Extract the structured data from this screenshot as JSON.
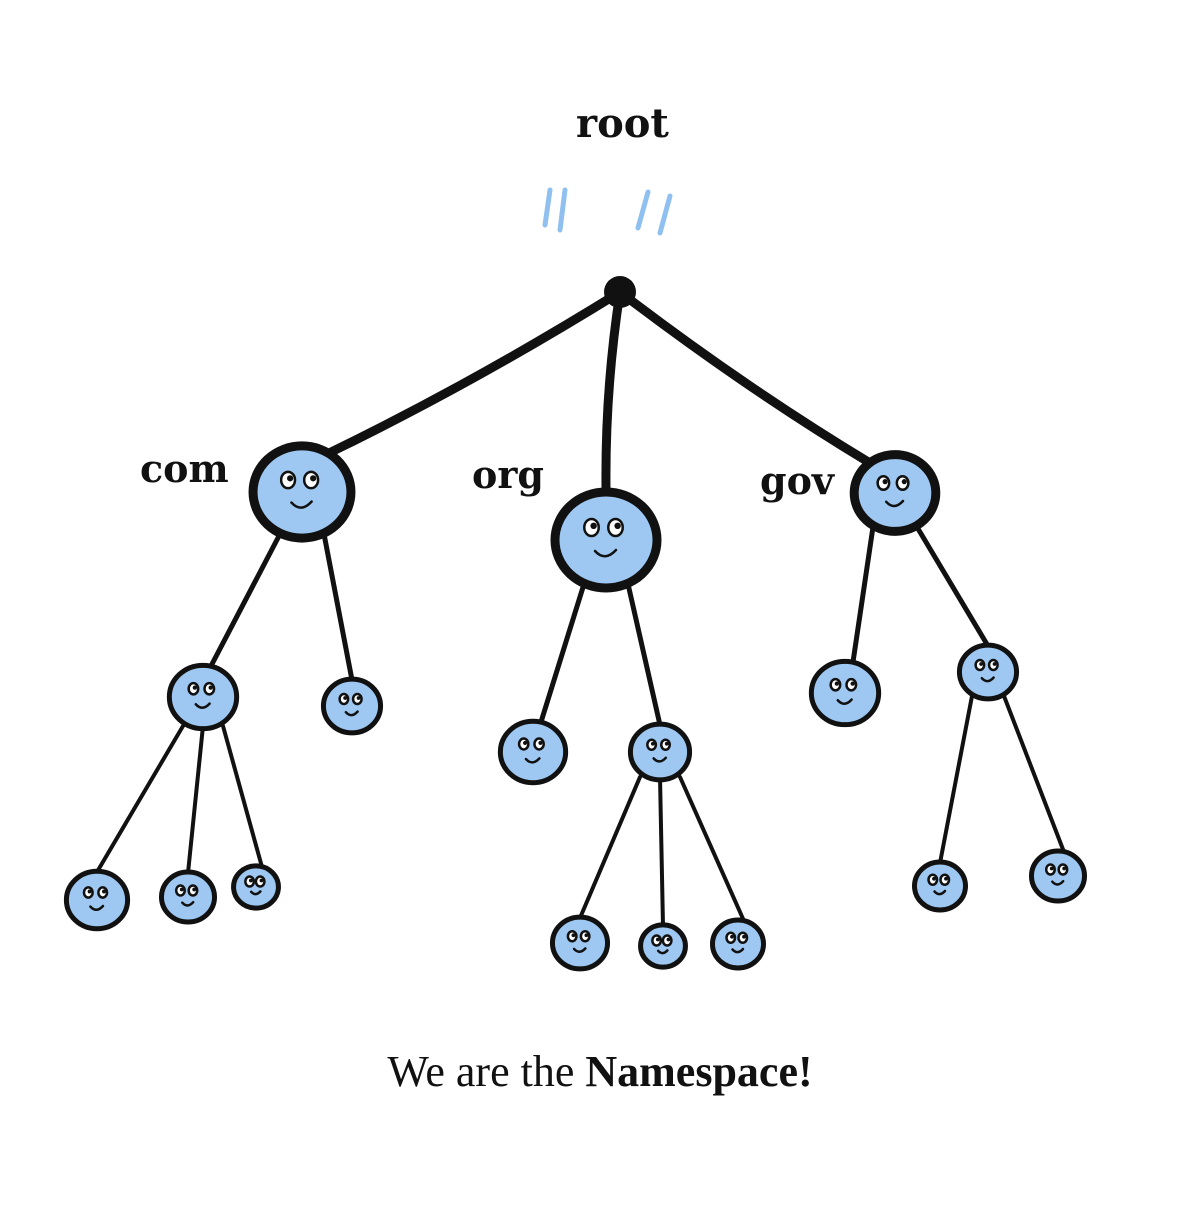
{
  "colors": {
    "node_fill": "#9ec8f2",
    "outline": "#111111",
    "motion_marks": "#8fc0f0",
    "background": "#ffffff"
  },
  "tree": {
    "root_label": "root",
    "tld_nodes": [
      {
        "label": "com",
        "children": [
          {
            "children": 3
          },
          {
            "children": 0
          }
        ]
      },
      {
        "label": "org",
        "children": [
          {
            "children": 0
          },
          {
            "children": 3
          }
        ]
      },
      {
        "label": "gov",
        "children": [
          {
            "children": 0
          },
          {
            "children": 2
          }
        ]
      }
    ]
  },
  "caption": {
    "prefix": "We are the ",
    "emphasis": "Namespace!"
  }
}
